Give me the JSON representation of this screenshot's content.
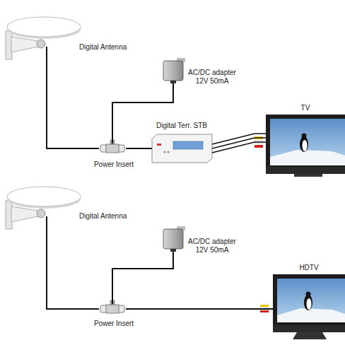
{
  "diagram": {
    "nodes": [
      {
        "text": [
          "Digital Antenna"
        ]
      },
      {
        "text": [
          "AC/DC adapter 12V 50mA"
        ]
      },
      {
        "text": [
          "Power Insert"
        ]
      },
      {
        "text": [
          "Digital Terr. STB"
        ]
      },
      {
        "text": [
          "TV"
        ]
      },
      {
        "text": [
          "Digital Antenna"
        ]
      },
      {
        "text": [
          "AC/DC adapter 12V 50mA"
        ]
      },
      {
        "text": [
          "Power Insert"
        ]
      },
      {
        "text": [
          "HDTV"
        ]
      }
    ],
    "edges": [
      {
        "from": 0,
        "to": 2,
        "arrow": "none"
      },
      {
        "from": 1,
        "to": 2,
        "arrow": "none"
      },
      {
        "from": 2,
        "to": 3,
        "arrow": "none"
      },
      {
        "from": 3,
        "to": 4,
        "arrow": "none"
      },
      {
        "from": 5,
        "to": 7,
        "arrow": "none"
      },
      {
        "from": 6,
        "to": 7,
        "arrow": "none"
      },
      {
        "from": 7,
        "to": 8,
        "arrow": "none"
      }
    ]
  }
}
